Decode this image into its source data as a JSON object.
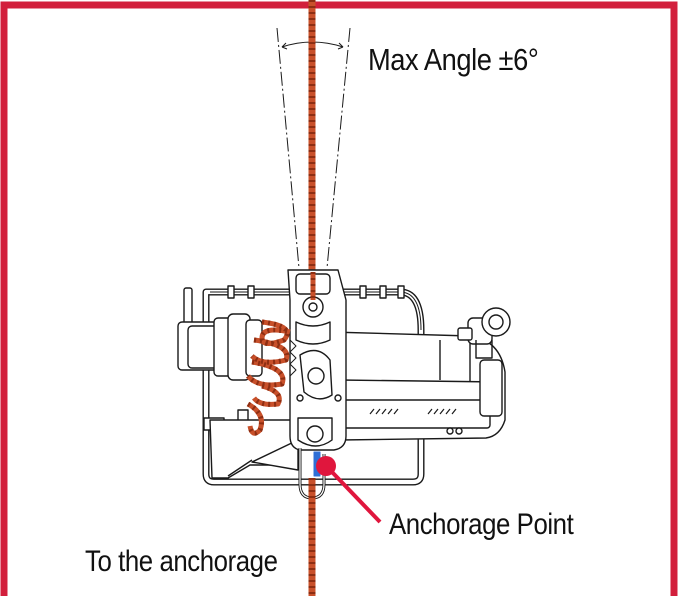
{
  "labels": {
    "max_angle": "Max Angle ±6°",
    "anchorage_point": "Anchorage Point",
    "to_anchorage": "To the anchorage"
  },
  "colors": {
    "frame_red": "#d21f3c",
    "rope": "#c8502a",
    "rope_dark": "#8e2e12",
    "marker": "#e0163d",
    "line": "#1a1a1a",
    "blue_accent": "#2f6fd6"
  },
  "icons": {
    "device": "fall-arrest-device-icon",
    "anchor_marker": "anchor-point-marker-icon"
  }
}
